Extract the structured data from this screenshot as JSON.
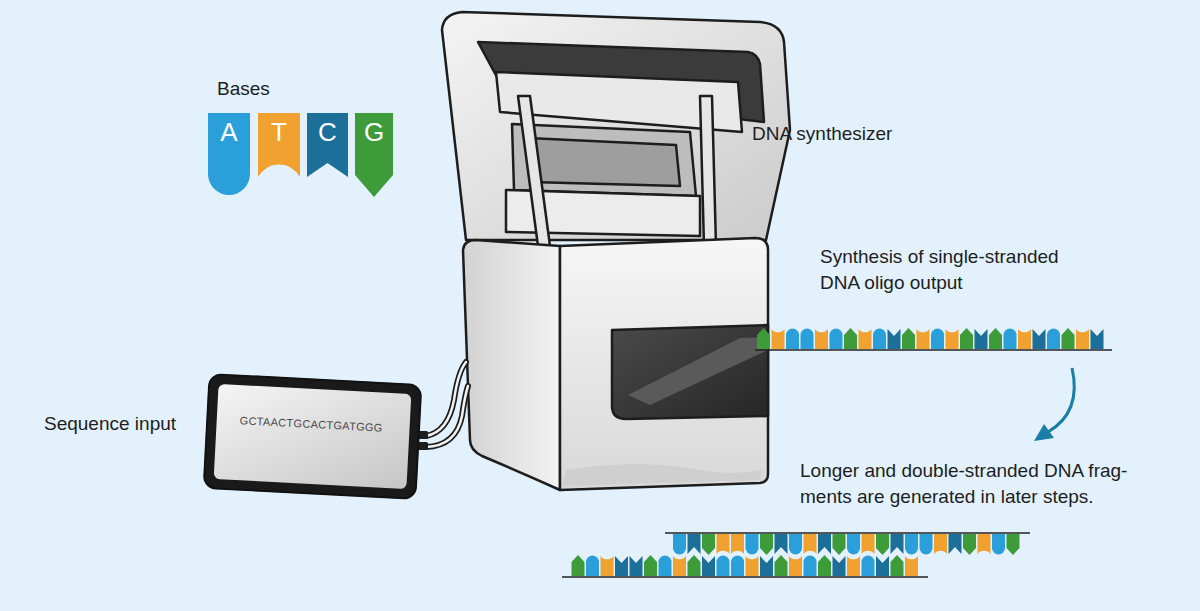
{
  "diagram": {
    "nodes": [
      {
        "text": [
          "A"
        ]
      },
      {
        "text": [
          "T"
        ]
      },
      {
        "text": [
          "C"
        ]
      },
      {
        "text": [
          "G"
        ]
      },
      {
        "text": [
          "GCTAACTGCACTGATGGG"
        ]
      }
    ],
    "labels": [
      "Bases",
      "DNA synthesizer",
      "Sequence input",
      "Synthesis of single-stranded DNA oligo output",
      "Longer and double-stranded DNA frag- ments are generated in later steps."
    ]
  }
}
